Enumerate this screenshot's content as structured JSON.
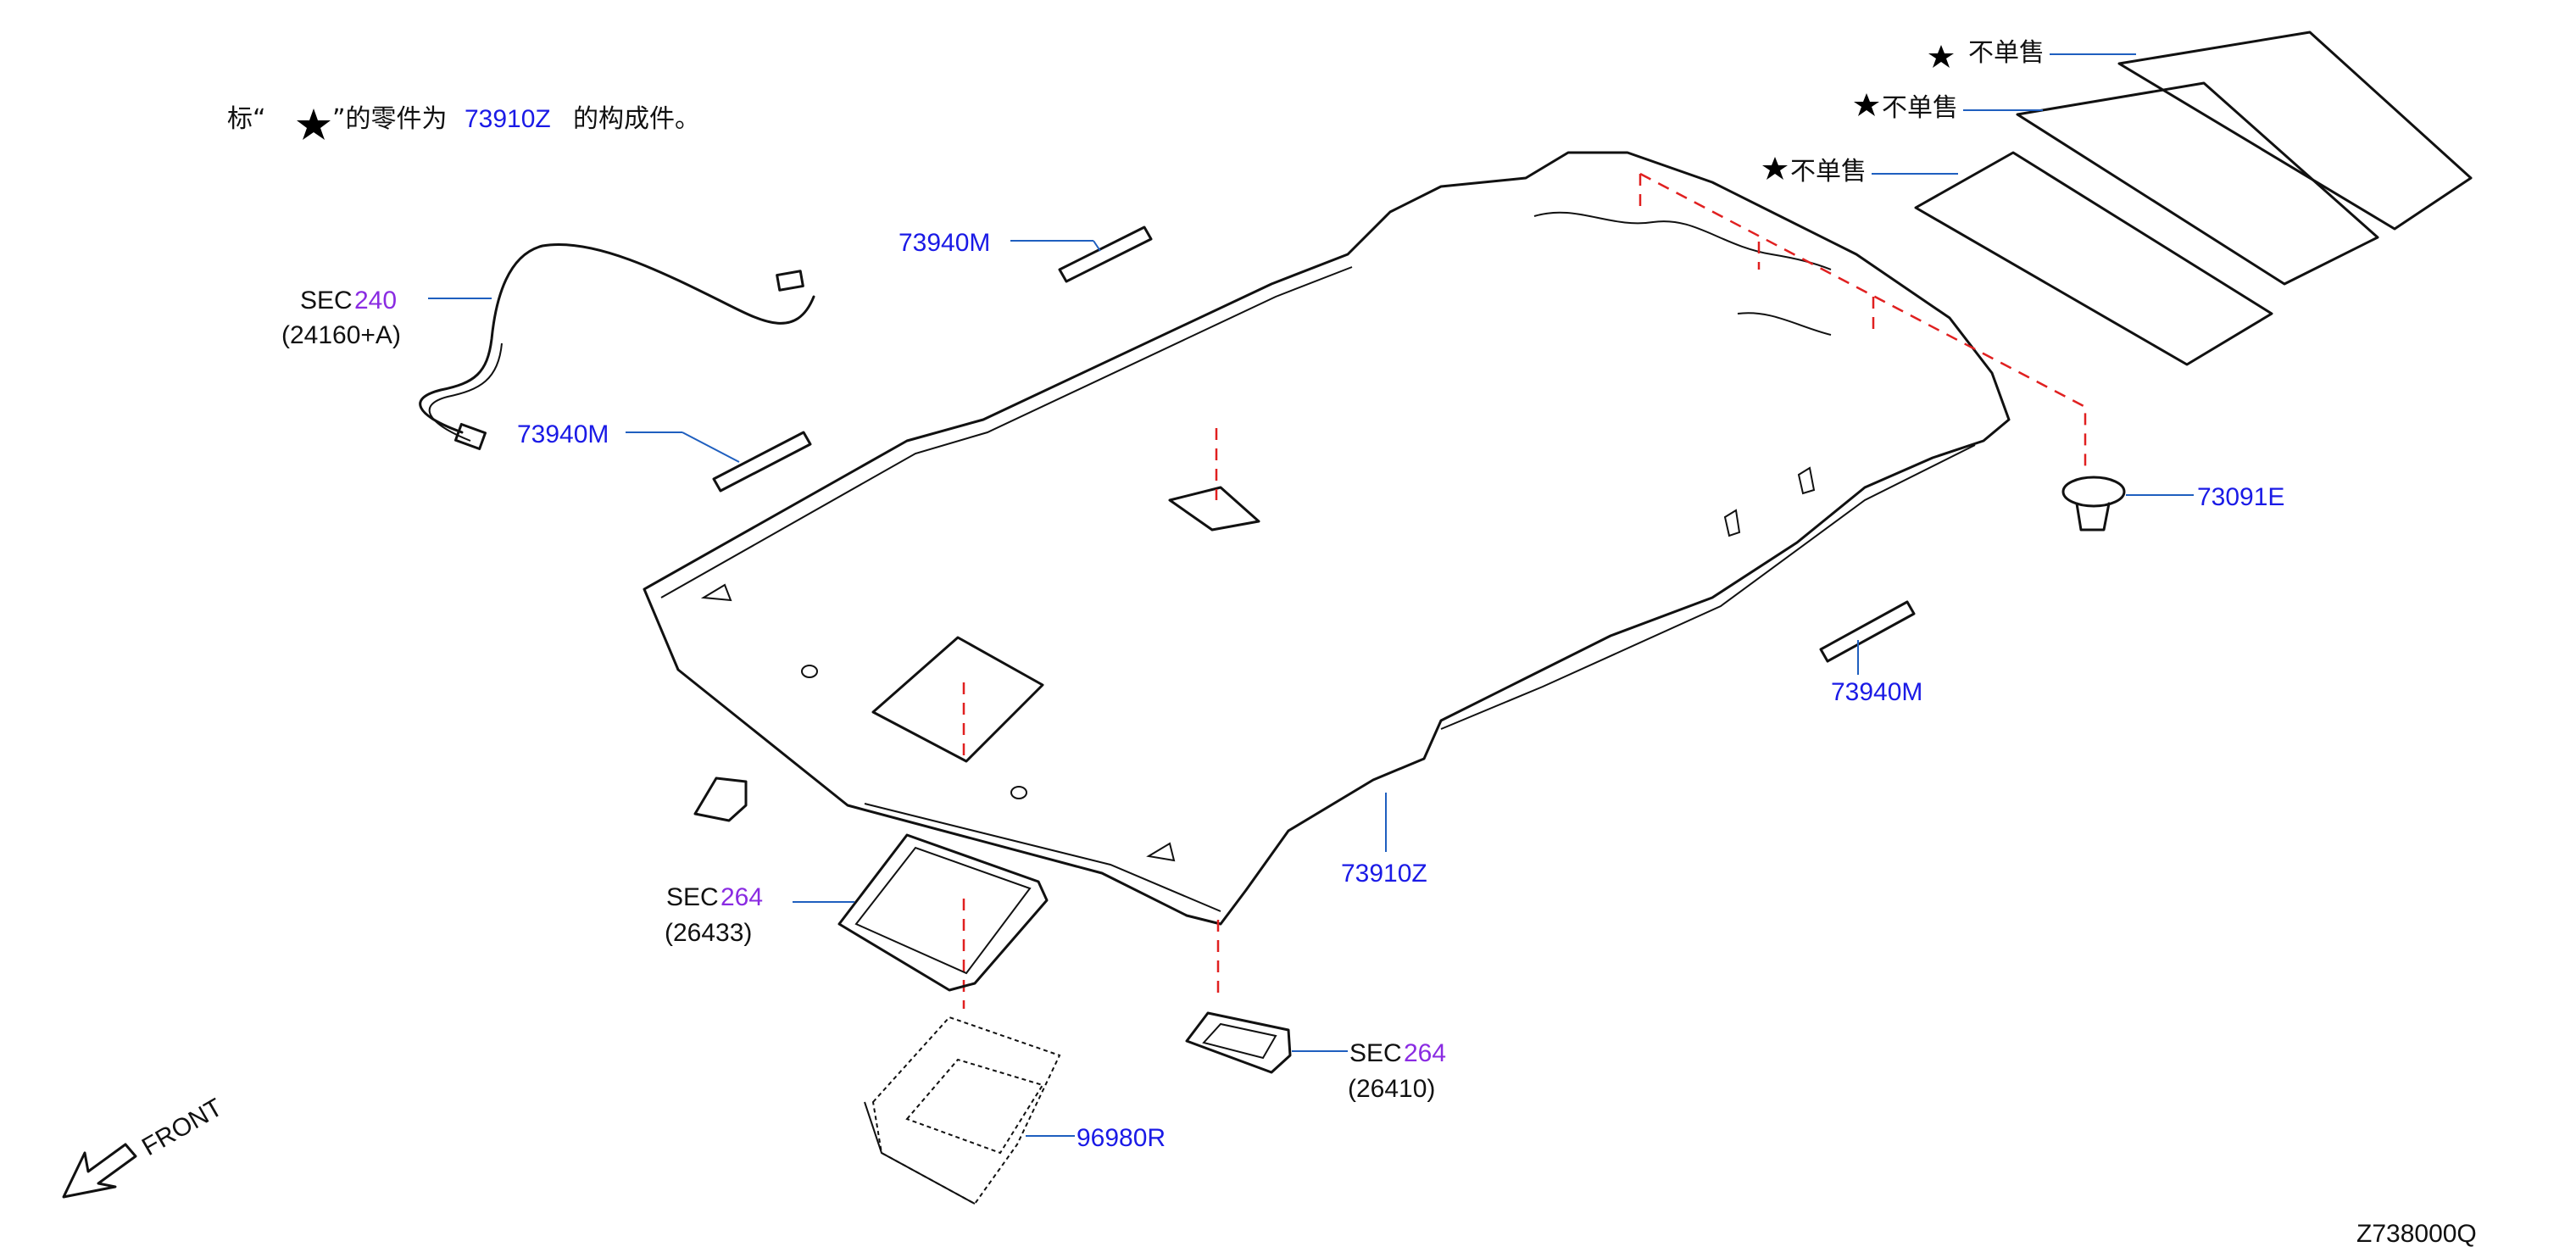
{
  "note": {
    "prefix": "标“",
    "suffix": "”的零件为",
    "ref": "73910Z",
    "tail": "的构成件。"
  },
  "labels": {
    "sec240_prefix": "SEC",
    "sec240_num": "240",
    "sec240_sub": "(24160+A)",
    "p73940m_top": "73940M",
    "p73940m_left": "73940M",
    "p73940m_right": "73940M",
    "p73091e": "73091E",
    "p73910z": "73910Z",
    "sec264a_prefix": "SEC",
    "sec264a_num": "264",
    "sec264a_sub": "(26433)",
    "sec264b_prefix": "SEC",
    "sec264b_num": "264",
    "sec264b_sub": "(26410)",
    "p96980r": "96980R",
    "front": "FRONT",
    "not_sold_1": "不单售",
    "not_sold_2": "不单售",
    "not_sold_3": "不单售",
    "drawing_id": "Z738000Q"
  },
  "colors": {
    "part_number": "#1a1ae6",
    "section_number": "#8a2be2",
    "leader": "#1f5fbf",
    "hidden_line": "#e02020"
  },
  "icons": [
    "star-icon",
    "front-arrow-icon"
  ]
}
